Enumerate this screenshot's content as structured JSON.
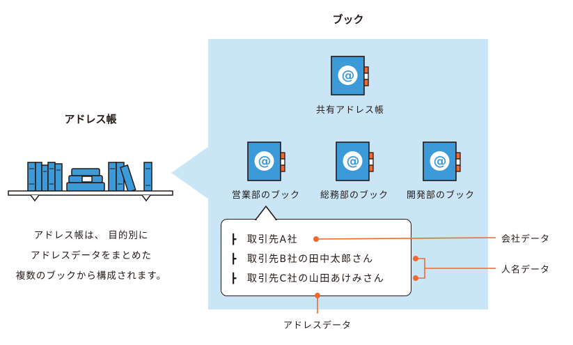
{
  "left": {
    "title": "アドレス帳",
    "description": [
      "アドレス帳は、 目的別に",
      "アドレスデータをまとめた",
      "複数のブックから構成されます。"
    ]
  },
  "right": {
    "title": "ブック",
    "shared_book": "共有アドレス帳",
    "books": [
      "営業部のブック",
      "総務部のブック",
      "開発部のブック"
    ],
    "book_icon_glyph": "@",
    "rows": [
      {
        "mark": "┣",
        "text": "取引先A社"
      },
      {
        "mark": "┣",
        "text": "取引先B社の田中太郎さん"
      },
      {
        "mark": "┣",
        "text": "取引先C社の山田あけみさん"
      }
    ],
    "bottom_label": "アドレスデータ"
  },
  "callouts": {
    "company": "会社データ",
    "person": "人名データ"
  },
  "colors": {
    "panel": "#cae6f6",
    "book_blue": "#3c9ad8",
    "accent_orange": "#f0692e",
    "outline": "#231815"
  }
}
